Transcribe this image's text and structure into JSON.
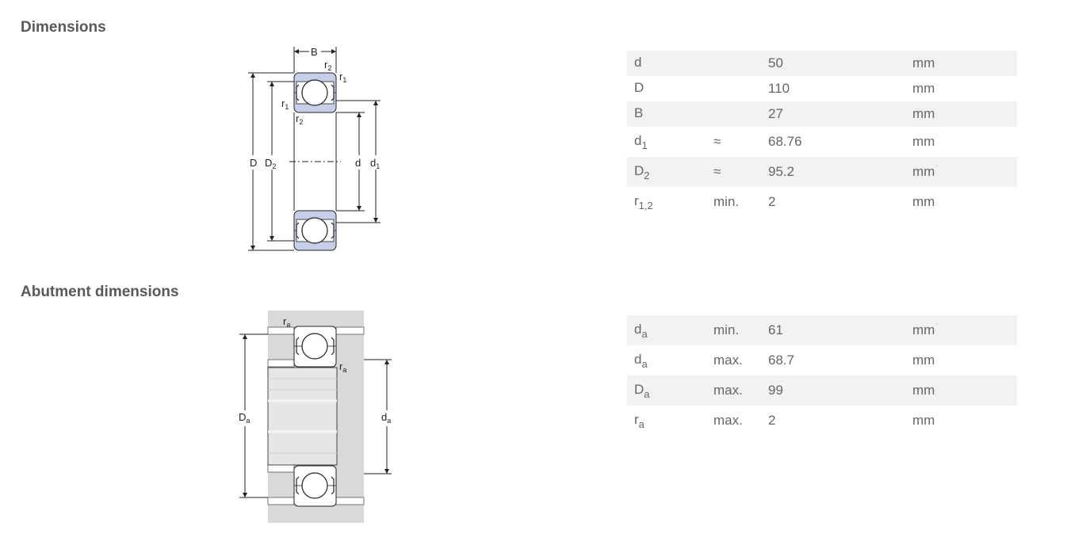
{
  "sections": {
    "dimensions_title": "Dimensions",
    "abutment_title": "Abutment dimensions"
  },
  "dimension_rows": [
    {
      "sym": "d",
      "sub": "",
      "qual": "",
      "value": "50",
      "unit": "mm"
    },
    {
      "sym": "D",
      "sub": "",
      "qual": "",
      "value": "110",
      "unit": "mm"
    },
    {
      "sym": "B",
      "sub": "",
      "qual": "",
      "value": "27",
      "unit": "mm"
    },
    {
      "sym": "d",
      "sub": "1",
      "qual": "≈",
      "value": "68.76",
      "unit": "mm"
    },
    {
      "sym": "D",
      "sub": "2",
      "qual": "≈",
      "value": "95.2",
      "unit": "mm"
    },
    {
      "sym": "r",
      "sub": "1,2",
      "qual": "min.",
      "value": "2",
      "unit": "mm"
    }
  ],
  "abutment_rows": [
    {
      "sym": "d",
      "sub": "a",
      "qual": "min.",
      "value": "61",
      "unit": "mm"
    },
    {
      "sym": "d",
      "sub": "a",
      "qual": "max.",
      "value": "68.7",
      "unit": "mm"
    },
    {
      "sym": "D",
      "sub": "a",
      "qual": "max.",
      "value": "99",
      "unit": "mm"
    },
    {
      "sym": "r",
      "sub": "a",
      "qual": "max.",
      "value": "2",
      "unit": "mm"
    }
  ],
  "drawing_labels": {
    "B": "B",
    "D": "D",
    "d": "d",
    "r": "r",
    "sub_1": "1",
    "sub_2": "2",
    "sub_a": "a"
  },
  "colors": {
    "ring_fill": "#c7cfe8",
    "shaft_fill": "#d9d9d9",
    "row_shade": "#f2f2f2",
    "title": "#58595b"
  }
}
